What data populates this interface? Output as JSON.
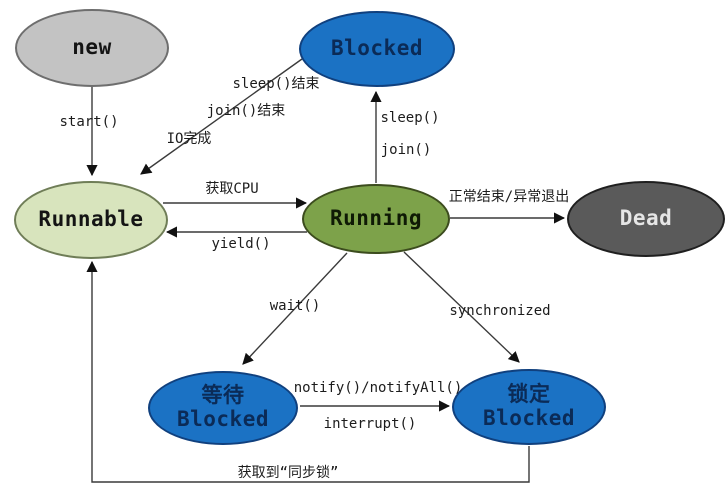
{
  "diagram": {
    "nodes": {
      "new": {
        "label": "new",
        "fill": "#c3c3c3",
        "border": "#6e6e6e",
        "text": "#141414"
      },
      "blocked_top": {
        "label": "Blocked",
        "fill": "#1b72c4",
        "border": "#10407e",
        "text": "#0b2b57"
      },
      "runnable": {
        "label": "Runnable",
        "fill": "#d8e4bd",
        "border": "#6f7d57",
        "text": "#141414"
      },
      "running": {
        "label": "Running",
        "fill": "#7da24a",
        "border": "#3c4c1e",
        "text": "#0f1a05"
      },
      "dead": {
        "label": "Dead",
        "fill": "#5a5a5a",
        "border": "#1f1f1f",
        "text": "#e6e6e6"
      },
      "wait_blocked": {
        "line1": "等待",
        "line2": "Blocked",
        "fill": "#1b72c4",
        "border": "#10407e",
        "text": "#0b2b57"
      },
      "lock_blocked": {
        "line1": "锁定",
        "line2": "Blocked",
        "fill": "#1b72c4",
        "border": "#10407e",
        "text": "#0b2b57"
      }
    },
    "edge_labels": {
      "start": "start()",
      "sleep_end": "sleep()结束",
      "join_end": "join()结束",
      "io_done": "IO完成",
      "acquire_cpu": "获取CPU",
      "yield": "yield()",
      "sleep": "sleep()",
      "join": "join()",
      "normal_exit": "正常结束/异常退出",
      "wait": "wait()",
      "synchronized": "synchronized",
      "notify": "notify()/notifyAll()",
      "interrupt": "interrupt()",
      "acquire_lock": "获取到“同步锁”"
    },
    "line_color": "#3a3a3a",
    "arrow_color": "#111111"
  }
}
